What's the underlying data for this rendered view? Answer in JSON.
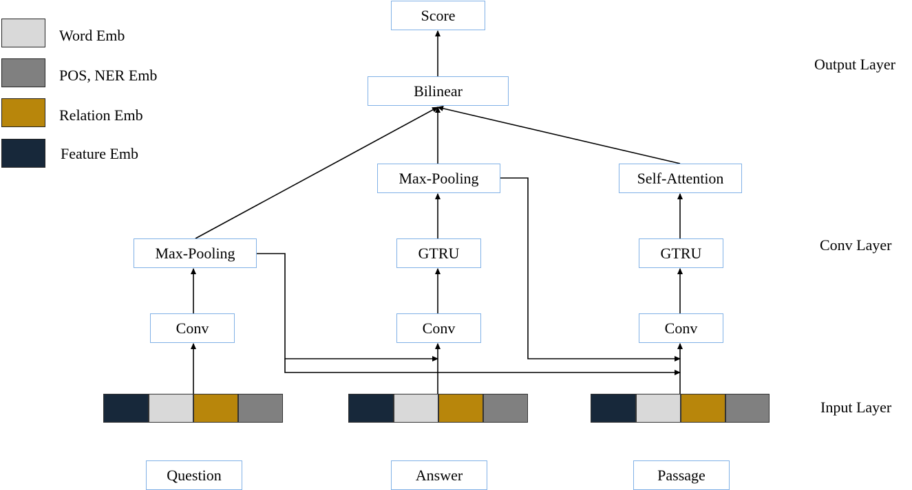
{
  "colors": {
    "word": "#d9d9d9",
    "pos_ner": "#808080",
    "relation": "#b8860b",
    "feature": "#17283a",
    "box_border": "#7fb0e6"
  },
  "legend": {
    "word": "Word Emb",
    "pos_ner": "POS, NER Emb",
    "relation": "Relation Emb",
    "feature": "Feature Emb"
  },
  "layers": {
    "output": "Output Layer",
    "conv": "Conv Layer",
    "input": "Input Layer"
  },
  "nodes": {
    "score": "Score",
    "bilinear": "Bilinear",
    "question": {
      "conv": "Conv",
      "pool": "Max-Pooling",
      "label": "Question"
    },
    "answer": {
      "conv": "Conv",
      "gtru": "GTRU",
      "pool": "Max-Pooling",
      "label": "Answer"
    },
    "passage": {
      "conv": "Conv",
      "gtru": "GTRU",
      "attention": "Self-Attention",
      "label": "Passage"
    }
  }
}
